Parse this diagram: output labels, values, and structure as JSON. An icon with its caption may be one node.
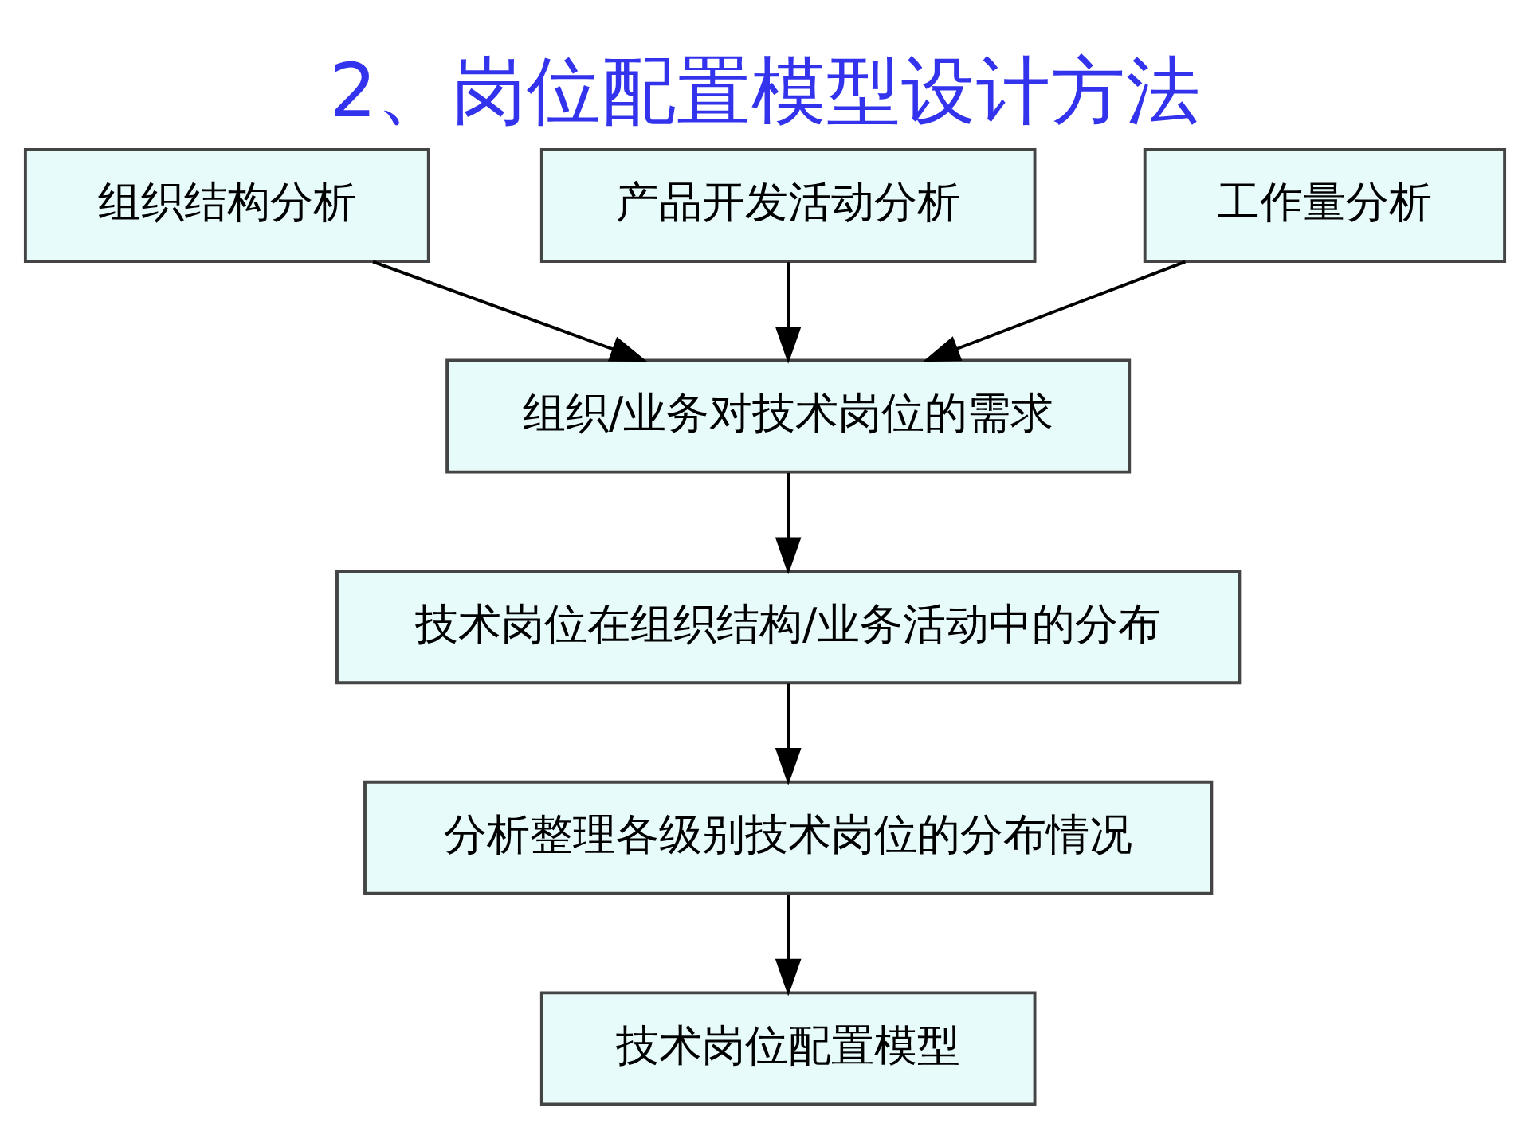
{
  "diagram": {
    "title": "2、岗位配置模型设计方法",
    "nodes": [
      {
        "text": [
          "组织结构分析"
        ]
      },
      {
        "text": [
          "产品开发活动分析"
        ]
      },
      {
        "text": [
          "工作量分析"
        ]
      },
      {
        "text": [
          "组织/业务对技术岗位的需求"
        ]
      },
      {
        "text": [
          "技术岗位在组织结构/业务活动中的分布"
        ]
      },
      {
        "text": [
          "分析整理各级别技术岗位的分布情况"
        ]
      },
      {
        "text": [
          "技术岗位配置模型"
        ]
      }
    ],
    "edges": [
      {
        "from": 0,
        "to": 3,
        "arrow": "to"
      },
      {
        "from": 1,
        "to": 3,
        "arrow": "to"
      },
      {
        "from": 2,
        "to": 3,
        "arrow": "to"
      },
      {
        "from": 3,
        "to": 4,
        "arrow": "to"
      },
      {
        "from": 4,
        "to": 5,
        "arrow": "to"
      },
      {
        "from": 5,
        "to": 6,
        "arrow": "to"
      }
    ]
  }
}
